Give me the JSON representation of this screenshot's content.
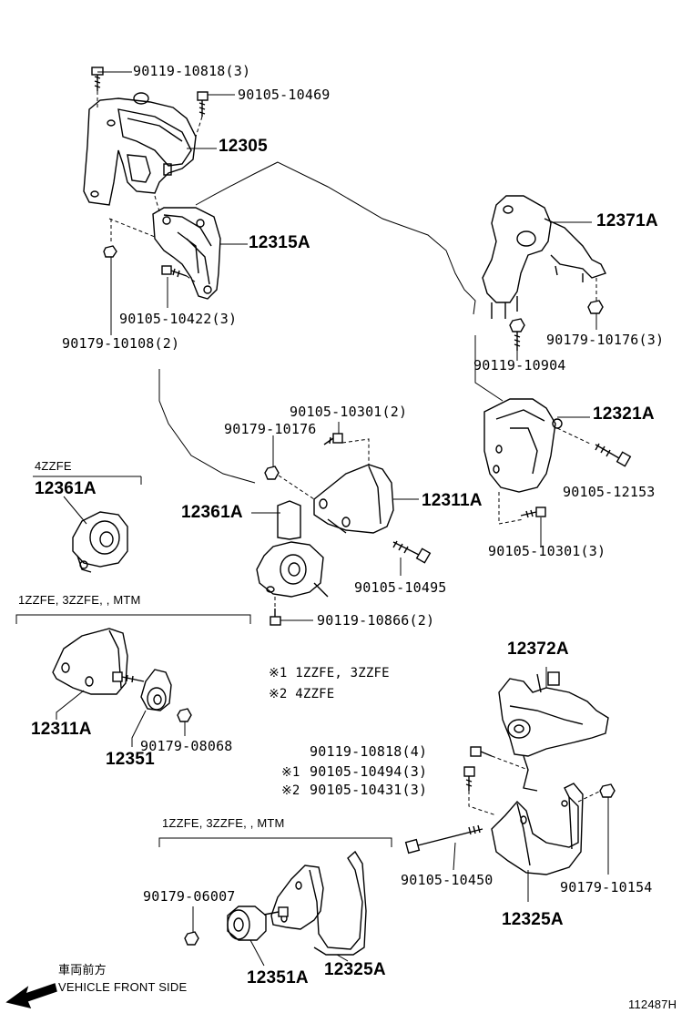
{
  "labels": {
    "p90119_10818_3": "90119-10818(3)",
    "p90105_10469": "90105-10469",
    "p12305": "12305",
    "p12315A": "12315A",
    "p90105_10422_3": "90105-10422(3)",
    "p90179_10108_2": "90179-10108(2)",
    "p12371A": "12371A",
    "p90179_10176_3": "90179-10176(3)",
    "p90119_10904": "90119-10904",
    "p12321A": "12321A",
    "p90105_12153": "90105-12153",
    "p90105_10301_3": "90105-10301(3)",
    "p90105_10301_2": "90105-10301(2)",
    "p90179_10176": "90179-10176",
    "p12311A_top": "12311A",
    "p90105_10495": "90105-10495",
    "p12361A_mid": "12361A",
    "p90119_10866_2": "90119-10866(2)",
    "variant_4zzfe": "4ZZFE",
    "p12361A_left": "12361A",
    "variant_1zzfe_a": "1ZZFE, 3ZZFE, , MTM",
    "p12311A_left": "12311A",
    "p12351": "12351",
    "p90179_08068": "90179-08068",
    "note1": "※1  1ZZFE, 3ZZFE",
    "note2": "※2  4ZZFE",
    "p12372A": "12372A",
    "p90119_10818_4": "90119-10818(4)",
    "mark1": "※1",
    "p90105_10494_3": "90105-10494(3)",
    "mark2": "※2",
    "p90105_10431_3": "90105-10431(3)",
    "variant_1zzfe_b": "1ZZFE, 3ZZFE, , MTM",
    "p90179_06007": "90179-06007",
    "p90105_10450": "90105-10450",
    "p90179_10154": "90179-10154",
    "p12325A_right": "12325A",
    "p12351A": "12351A",
    "p12325A_bottom": "12325A",
    "front_jp": "車両前方",
    "front_en": "VEHICLE FRONT SIDE",
    "diagram_id": "112487H"
  }
}
